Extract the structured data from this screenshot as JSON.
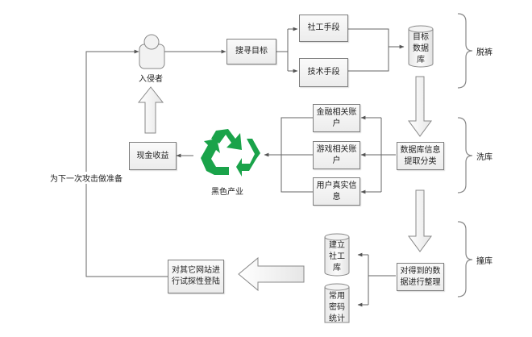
{
  "diagram": {
    "actor": {
      "label": "入侵者",
      "icon": "user-icon"
    },
    "search_target": "搜寻目标",
    "social_engineering": "社工手段",
    "technical_means": "技术手段",
    "target_db": "目标数据库",
    "target_db_lines": [
      "目标",
      "数据",
      "库"
    ],
    "classify": [
      "数据库信息",
      "提取分类"
    ],
    "financial": [
      "金融相关账",
      "户"
    ],
    "game": [
      "游戏相关账",
      "户"
    ],
    "real_info": [
      "用户真实信",
      "息"
    ],
    "black_industry": {
      "label": "黑色产业",
      "icon": "recycle-icon",
      "color": "#1aa34a"
    },
    "cash": "现金收益",
    "organize": [
      "对得到的数",
      "据进行整理"
    ],
    "social_db_lines": [
      "建立",
      "社工",
      "库"
    ],
    "password_stats_lines": [
      "常用",
      "密码",
      "统计"
    ],
    "try_login": [
      "对其它网站进",
      "行试探性登陆"
    ],
    "prepare_next": "为下一次攻击做准备",
    "phases": [
      {
        "label": "脱裤"
      },
      {
        "label": "洗库"
      },
      {
        "label": "撞库"
      }
    ]
  }
}
